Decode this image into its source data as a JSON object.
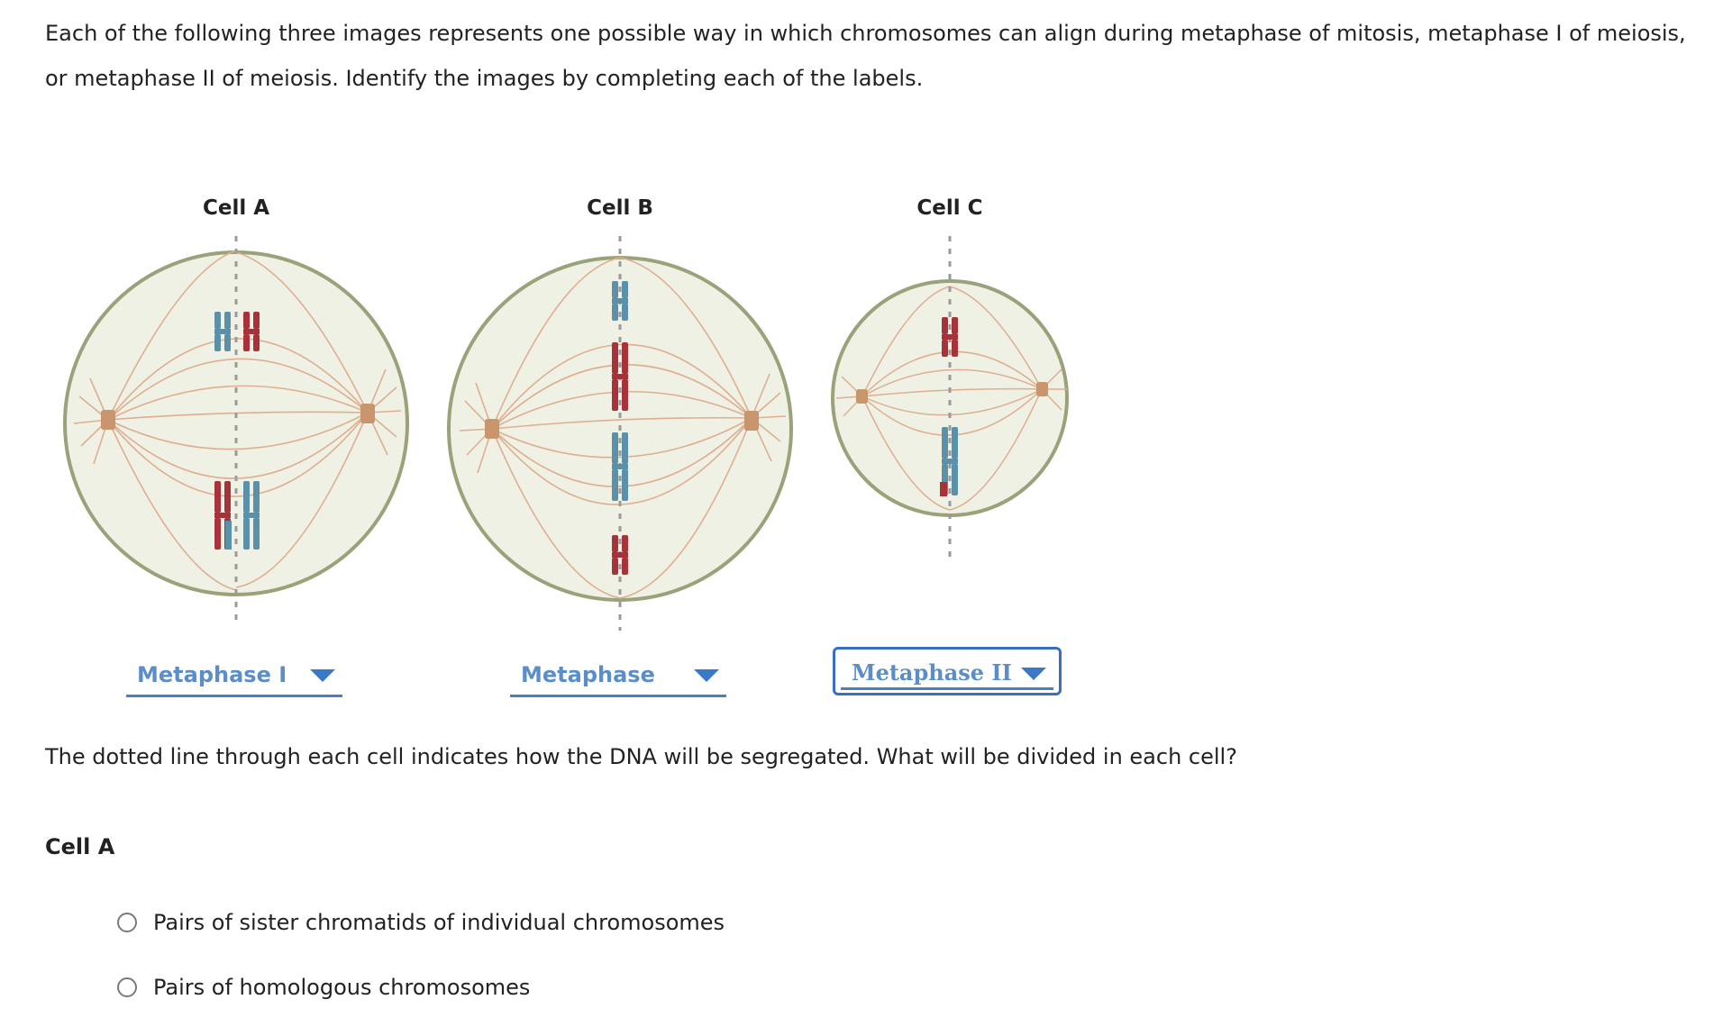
{
  "instructions": "Each of the following three images represents one possible way in which chromosomes can align during metaphase of mitosis, metaphase I of meiosis, or metaphase II of meiosis. Identify the images by completing each of the labels.",
  "cells": [
    {
      "title": "Cell A",
      "selected": "Metaphase I"
    },
    {
      "title": "Cell B",
      "selected": "Metaphase"
    },
    {
      "title": "Cell C",
      "selected": "Metaphase II"
    }
  ],
  "question": "The dotted line through each cell indicates how the DNA will be segregated. What will be divided in each cell?",
  "subquestion": {
    "title": "Cell A",
    "options": [
      "Pairs of sister chromatids of individual chromosomes",
      "Pairs of homologous chromosomes"
    ]
  },
  "colors": {
    "membrane": "#9aa27a",
    "cytoplasm": "#eff1e4",
    "spindle": "#d9a98a",
    "centrosome": "#c9956d",
    "chromosome_red": "#a8323a",
    "chromosome_blue": "#5a90a8",
    "link": "#5b8ec9",
    "focus_border": "#3a6fc0"
  },
  "icons": {
    "dropdown": "caret-down-icon",
    "option": "radio-circle-icon"
  }
}
